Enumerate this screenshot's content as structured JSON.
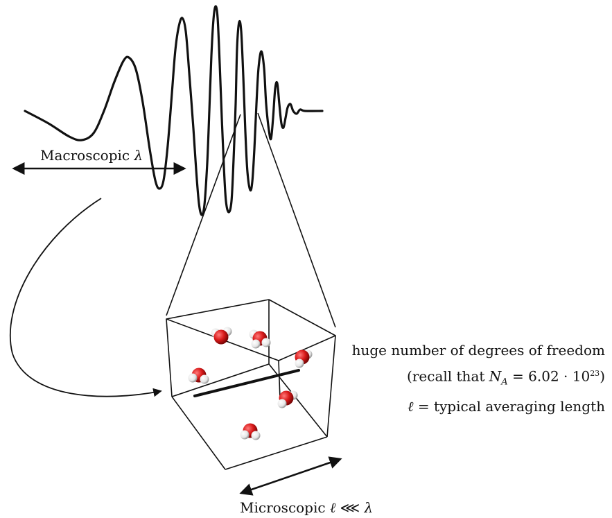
{
  "labels": {
    "macro_text": "Macroscopic",
    "macro_symbol": "λ",
    "micro_text": "Microscopic",
    "micro_ell": "ℓ",
    "micro_relation": "⋘",
    "micro_lambda": "λ"
  },
  "notes": {
    "line1": "huge number of degrees of freedom",
    "line2_prefix": "(recall that",
    "line2_symbol": "N",
    "line2_subscript": "A",
    "line2_equals": "= 6.02 · 10",
    "line2_exponent": "23",
    "line2_suffix": ")",
    "line3_symbol": "ℓ",
    "line3_text": "= typical averaging length"
  },
  "molecules": [
    {
      "name": "molecule-1"
    },
    {
      "name": "molecule-2"
    },
    {
      "name": "molecule-3"
    },
    {
      "name": "molecule-4"
    },
    {
      "name": "molecule-5"
    },
    {
      "name": "molecule-6"
    }
  ],
  "colors": {
    "ink": "#111111",
    "oxygen": "#d91a1a",
    "hydrogen": "#f2f2f2"
  }
}
